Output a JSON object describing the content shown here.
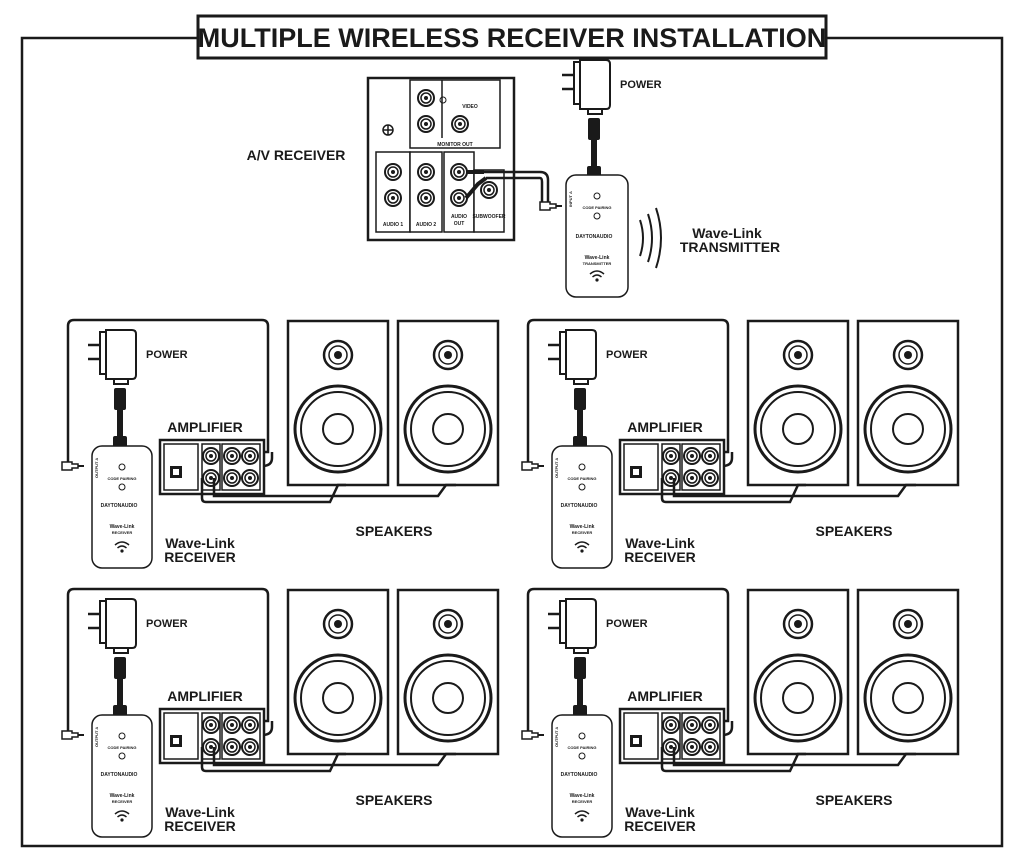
{
  "title": "MULTIPLE WIRELESS RECEIVER INSTALLATION",
  "av_receiver": {
    "label": "A/V RECEIVER",
    "port_labels": {
      "video": "VIDEO",
      "monitor_out": "MONITOR OUT",
      "audio1": "AUDIO 1",
      "audio2": "AUDIO 2",
      "audio_out_l1": "AUDIO",
      "audio_out_l2": "OUT",
      "subwoofer": "SUBWOOFER"
    }
  },
  "transmitter": {
    "power_label": "POWER",
    "name_line1": "Wave-Link",
    "name_line2": "TRANSMITTER",
    "device_code": "CODE PAIRING",
    "device_brand": "DAYTONAUDIO",
    "device_name1": "Wave-Link",
    "device_name2": "TRANSMITTER",
    "device_input": "INPUT A"
  },
  "zones": [
    {
      "power_label": "POWER",
      "amplifier_label": "AMPLIFIER",
      "speakers_label": "SPEAKERS",
      "receiver_line1": "Wave-Link",
      "receiver_line2": "RECEIVER",
      "device_code": "CODE PAIRING",
      "device_brand": "DAYTONAUDIO",
      "device_name1": "Wave-Link",
      "device_name2": "RECEIVER",
      "device_output": "OUTPUT A"
    },
    {
      "power_label": "POWER",
      "amplifier_label": "AMPLIFIER",
      "speakers_label": "SPEAKERS",
      "receiver_line1": "Wave-Link",
      "receiver_line2": "RECEIVER",
      "device_code": "CODE PAIRING",
      "device_brand": "DAYTONAUDIO",
      "device_name1": "Wave-Link",
      "device_name2": "RECEIVER",
      "device_output": "OUTPUT A"
    },
    {
      "power_label": "POWER",
      "amplifier_label": "AMPLIFIER",
      "speakers_label": "SPEAKERS",
      "receiver_line1": "Wave-Link",
      "receiver_line2": "RECEIVER",
      "device_code": "CODE PAIRING",
      "device_brand": "DAYTONAUDIO",
      "device_name1": "Wave-Link",
      "device_name2": "RECEIVER",
      "device_output": "OUTPUT A"
    },
    {
      "power_label": "POWER",
      "amplifier_label": "AMPLIFIER",
      "speakers_label": "SPEAKERS",
      "receiver_line1": "Wave-Link",
      "receiver_line2": "RECEIVER",
      "device_code": "CODE PAIRING",
      "device_brand": "DAYTONAUDIO",
      "device_name1": "Wave-Link",
      "device_name2": "RECEIVER",
      "device_output": "OUTPUT A"
    }
  ],
  "colors": {
    "ink": "#1a1a1a",
    "paper": "#ffffff",
    "device_fill": "#ffffff"
  }
}
